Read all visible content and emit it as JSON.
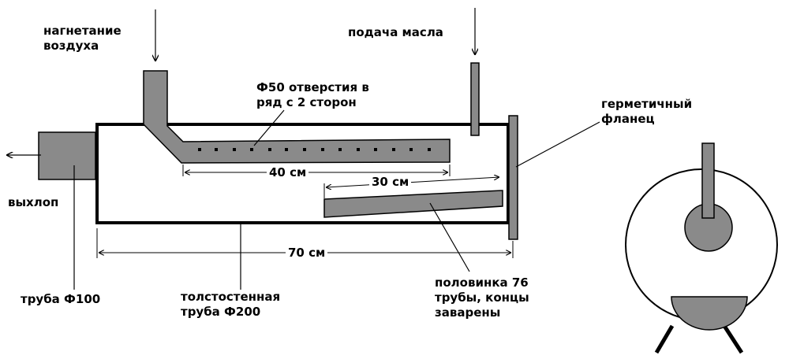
{
  "labels": {
    "air_line1": "нагнетание",
    "air_line2": "воздуха",
    "oil": "подача масла",
    "holes_line1": "Ф50 отверстия в",
    "holes_line2": "ряд с 2 сторон",
    "flange_line1": "герметичный",
    "flange_line2": "фланец",
    "exhaust": "выхлоп",
    "pipe100": "труба Ф100",
    "thick_line1": "толстостенная",
    "thick_line2": "труба Ф200",
    "half_line1": "половинка 76",
    "half_line2": "трубы, концы",
    "half_line3": "заварены"
  },
  "dimensions": {
    "d40": "40 см",
    "d30": "30 см",
    "d70": "70 см"
  },
  "colors": {
    "fill_gray": "#8a8a8a",
    "stroke": "#000000",
    "background": "#ffffff"
  }
}
